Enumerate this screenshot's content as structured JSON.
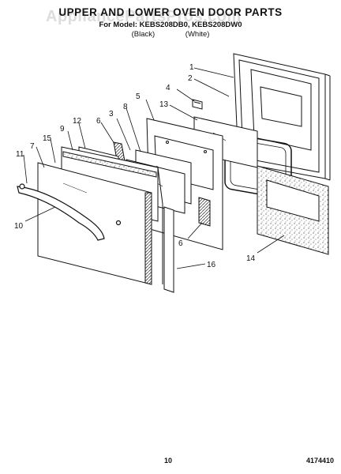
{
  "header": {
    "watermark": "AppliancePartsPros.com",
    "title": "UPPER AND LOWER OVEN DOOR PARTS",
    "subtitle": "For Model: KEBS208DB0, KEBS208DW0",
    "color_black": "(Black)",
    "color_white": "(White)"
  },
  "callouts": [
    "1",
    "2",
    "4",
    "5",
    "13",
    "3",
    "8",
    "6",
    "12",
    "9",
    "15",
    "7",
    "11",
    "10",
    "6",
    "16",
    "14"
  ],
  "footer": {
    "page": "10",
    "code": "4174410"
  }
}
